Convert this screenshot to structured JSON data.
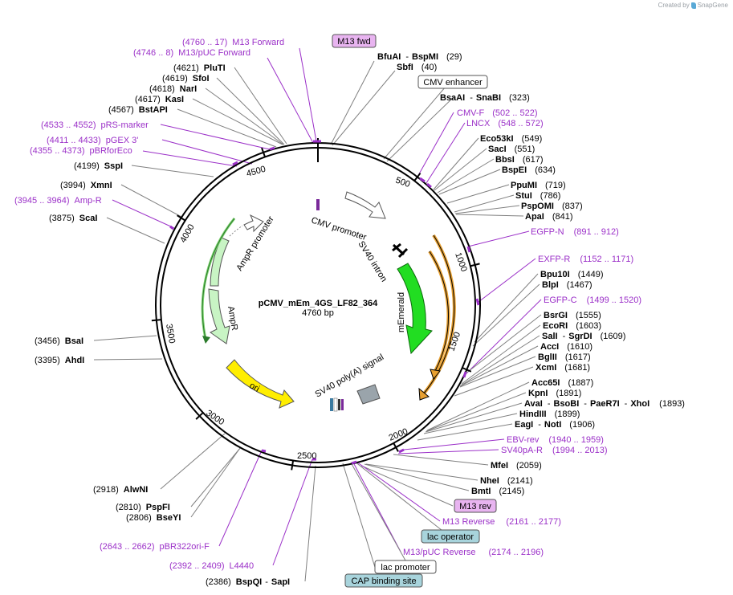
{
  "credit": {
    "prefix": "Created by",
    "brand": "SnapGene"
  },
  "plasmid": {
    "name": "pCMV_mEm_4GS_LF82_364",
    "length_label": "4760 bp"
  },
  "ticks": [
    "500",
    "1000",
    "1500",
    "2000",
    "2500",
    "3000",
    "3500",
    "4000",
    "4500"
  ],
  "features": {
    "cmv_promoter": "CMV promoter",
    "sv40_intron": "SV40 intron",
    "memerald": "mEmerald",
    "sv40_polya": "SV40 poly(A) signal",
    "ori": "ori",
    "ampr": "AmpR",
    "ampr_promoter": "AmpR promoter"
  },
  "colors": {
    "purple": "#9b30c8",
    "black": "#000000",
    "gray_line": "#808080",
    "memerald_fill": "#22dd22",
    "ori_fill": "#ffee00",
    "orange_arc": "#e8a030",
    "box_purple_fill": "#e8b4f0",
    "box_teal_fill": "#a8d4dc"
  },
  "labels": {
    "m13_fwd_box": "M13 fwd",
    "cmv_enhancer_box": "CMV enhancer",
    "m13_rev_box": "M13 rev",
    "lac_operator_box": "lac operator",
    "lac_promoter_box": "lac promoter",
    "cap_site_box": "CAP binding site",
    "m13_forward_range": "(4760 .. 17)",
    "m13_forward_name": "M13 Forward",
    "m13_puc_forward_range": "(4746 .. 8)",
    "m13_puc_forward_name": "M13/pUC Forward",
    "plut_pos": "(4621)",
    "plut_name": "PluTI",
    "sfoi_pos": "(4619)",
    "sfoi_name": "SfoI",
    "nari_pos": "(4618)",
    "nari_name": "NarI",
    "kasi_pos": "(4617)",
    "kasi_name": "KasI",
    "bstapi_pos": "(4567)",
    "bstapi_name": "BstAPI",
    "prs_range": "(4533 .. 4552)",
    "prs_name": "pRS-marker",
    "pgex_range": "(4411 .. 4433)",
    "pgex_name": "pGEX 3'",
    "pbrfor_range": "(4355 .. 4373)",
    "pbrfor_name": "pBRforEco",
    "sspi_pos": "(4199)",
    "sspi_name": "SspI",
    "xmni_pos": "(3994)",
    "xmni_name": "XmnI",
    "ampr_primer_range": "(3945 .. 3964)",
    "ampr_primer_name": "Amp-R",
    "scai_pos": "(3875)",
    "scai_name": "ScaI",
    "bsai_pos": "(3456)",
    "bsai_name": "BsaI",
    "ahdi_pos": "(3395)",
    "ahdi_name": "AhdI",
    "alwni_pos": "(2918)",
    "alwni_name": "AlwNI",
    "pspfi_pos": "(2810)",
    "pspfi_name": "PspFI",
    "bseyi_pos": "(2806)",
    "bseyi_name": "BseYI",
    "pbr322_range": "(2643 .. 2662)",
    "pbr322_name": "pBR322ori-F",
    "l4440_range": "(2392 .. 2409)",
    "l4440_name": "L4440",
    "bspqi_pos": "(2386)",
    "bspqi_name": "BspQI",
    "sapi_name": "SapI",
    "bfuai_name": "BfuAI",
    "bspmi_name": "BspMI",
    "bfuai_pos": "(29)",
    "sbfi_name": "SbfI",
    "sbfi_pos": "(40)",
    "bsaai_name": "BsaAI",
    "snabi_name": "SnaBI",
    "bsaai_pos": "(323)",
    "cmvf_name": "CMV-F",
    "cmvf_range": "(502 .. 522)",
    "lncx_name": "LNCX",
    "lncx_range": "(548 .. 572)",
    "eco53ki_name": "Eco53kI",
    "eco53ki_pos": "(549)",
    "saci_name": "SacI",
    "saci_pos": "(551)",
    "bbsi_name": "BbsI",
    "bbsi_pos": "(617)",
    "bspei_name": "BspEI",
    "bspei_pos": "(634)",
    "ppumi_name": "PpuMI",
    "ppumi_pos": "(719)",
    "stui_name": "StuI",
    "stui_pos": "(786)",
    "pspomi_name": "PspOMI",
    "pspomi_pos": "(837)",
    "apai_name": "ApaI",
    "apai_pos": "(841)",
    "egfpn_name": "EGFP-N",
    "egfpn_range": "(891 .. 912)",
    "exfpr_name": "EXFP-R",
    "exfpr_range": "(1152 .. 1171)",
    "bpu10i_name": "Bpu10I",
    "bpu10i_pos": "(1449)",
    "blpi_name": "BlpI",
    "blpi_pos": "(1467)",
    "egfpc_name": "EGFP-C",
    "egfpc_range": "(1499 .. 1520)",
    "bsrgi_name": "BsrGI",
    "bsrgi_pos": "(1555)",
    "ecori_name": "EcoRI",
    "ecori_pos": "(1603)",
    "sali_name": "SalI",
    "sgrdi_name": "SgrDI",
    "sali_pos": "(1609)",
    "acci_name": "AccI",
    "acci_pos": "(1610)",
    "bglii_name": "BglII",
    "bglii_pos": "(1617)",
    "xcmi_name": "XcmI",
    "xcmi_pos": "(1681)",
    "acc65i_name": "Acc65I",
    "acc65i_pos": "(1887)",
    "kpni_name": "KpnI",
    "kpni_pos": "(1891)",
    "avai_name": "AvaI",
    "bsobi_name": "BsoBI",
    "paer7i_name": "PaeR7I",
    "xhoi_name": "XhoI",
    "avai_pos": "(1893)",
    "hindiii_name": "HindIII",
    "hindiii_pos": "(1899)",
    "eagi_name": "EagI",
    "noti_name": "NotI",
    "eagi_pos": "(1906)",
    "ebvrev_name": "EBV-rev",
    "ebvrev_range": "(1940 .. 1959)",
    "sv40par_name": "SV40pA-R",
    "sv40par_range": "(1994 .. 2013)",
    "mfei_name": "MfeI",
    "mfei_pos": "(2059)",
    "nhei_name": "NheI",
    "nhei_pos": "(2141)",
    "bmti_name": "BmtI",
    "bmti_pos": "(2145)",
    "m13rev_name": "M13 Reverse",
    "m13rev_range": "(2161 .. 2177)",
    "m13puc_rev_name": "M13/pUC Reverse",
    "m13puc_rev_range": "(2174 .. 2196)"
  }
}
